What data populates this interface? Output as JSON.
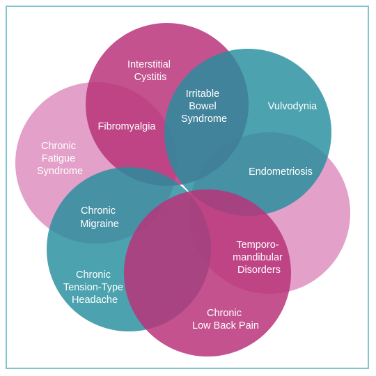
{
  "colors": {
    "magenta": "#b8347a",
    "teal": "#258e9e",
    "pink": "#de8fc0",
    "frame": "#7fc6cf",
    "label": "#ffffff"
  },
  "labels": {
    "interstitial_cystitis": [
      "Interstitial",
      "Cystitis"
    ],
    "irritable_bowel_syndrome": [
      "Irritable",
      "Bowel",
      "Syndrome"
    ],
    "vulvodynia": [
      "Vulvodynia"
    ],
    "fibromyalgia": [
      "Fibromyalgia"
    ],
    "chronic_fatigue_syndrome": [
      "Chronic",
      "Fatigue",
      "Syndrome"
    ],
    "endometriosis": [
      "Endometriosis"
    ],
    "chronic_migraine": [
      "Chronic",
      "Migraine"
    ],
    "temporomandibular_disorders": [
      "Temporo-",
      "mandibular",
      "Disorders"
    ],
    "chronic_tension_type_headache": [
      "Chronic",
      "Tension-Type",
      "Headache"
    ],
    "chronic_low_back_pain": [
      "Chronic",
      "Low Back Pain"
    ]
  }
}
